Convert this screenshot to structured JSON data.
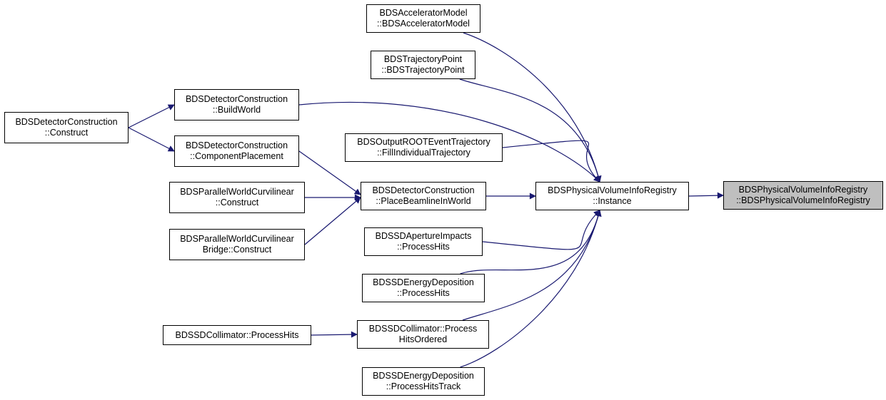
{
  "graph": {
    "colors": {
      "edge": "#191970",
      "node_border": "#000000",
      "current_fill": "#bfbfbf"
    },
    "nodes": [
      {
        "id": "n_construct",
        "lines": [
          "BDSDetectorConstruction",
          "::Construct"
        ]
      },
      {
        "id": "n_buildworld",
        "lines": [
          "BDSDetectorConstruction",
          "::BuildWorld"
        ]
      },
      {
        "id": "n_componentplacement",
        "lines": [
          "BDSDetectorConstruction",
          "::ComponentPlacement"
        ]
      },
      {
        "id": "n_pwc_construct",
        "lines": [
          "BDSParallelWorldCurvilinear",
          "::Construct"
        ]
      },
      {
        "id": "n_pwcb_construct",
        "lines": [
          "BDSParallelWorldCurvilinear",
          "Bridge::Construct"
        ]
      },
      {
        "id": "n_placebeamline",
        "lines": [
          "BDSDetectorConstruction",
          "::PlaceBeamlineInWorld"
        ]
      },
      {
        "id": "n_acceleratormodel",
        "lines": [
          "BDSAcceleratorModel",
          "::BDSAcceleratorModel"
        ]
      },
      {
        "id": "n_trajectorypoint",
        "lines": [
          "BDSTrajectoryPoint",
          "::BDSTrajectoryPoint"
        ]
      },
      {
        "id": "n_fillindividual",
        "lines": [
          "BDSOutputROOTEventTrajectory",
          "::FillIndividualTrajectory"
        ]
      },
      {
        "id": "n_aperture",
        "lines": [
          "BDSSDApertureImpacts",
          "::ProcessHits"
        ]
      },
      {
        "id": "n_energydep",
        "lines": [
          "BDSSDEnergyDeposition",
          "::ProcessHits"
        ]
      },
      {
        "id": "n_collimator_hits",
        "lines": [
          "BDSSDCollimator::ProcessHits"
        ]
      },
      {
        "id": "n_collimator_ordered",
        "lines": [
          "BDSSDCollimator::Process",
          "HitsOrdered"
        ]
      },
      {
        "id": "n_energydep_track",
        "lines": [
          "BDSSDEnergyDeposition",
          "::ProcessHitsTrack"
        ]
      },
      {
        "id": "n_instance",
        "lines": [
          "BDSPhysicalVolumeInfoRegistry",
          "::Instance"
        ]
      },
      {
        "id": "n_registry_ctor",
        "lines": [
          "BDSPhysicalVolumeInfoRegistry",
          "::BDSPhysicalVolumeInfoRegistry"
        ],
        "current": true
      }
    ],
    "edges": [
      {
        "from": "n_construct",
        "to": "n_buildworld"
      },
      {
        "from": "n_construct",
        "to": "n_componentplacement"
      },
      {
        "from": "n_componentplacement",
        "to": "n_placebeamline"
      },
      {
        "from": "n_pwc_construct",
        "to": "n_placebeamline"
      },
      {
        "from": "n_pwcb_construct",
        "to": "n_placebeamline"
      },
      {
        "from": "n_collimator_hits",
        "to": "n_collimator_ordered"
      },
      {
        "from": "n_acceleratormodel",
        "to": "n_instance"
      },
      {
        "from": "n_trajectorypoint",
        "to": "n_instance"
      },
      {
        "from": "n_buildworld",
        "to": "n_instance"
      },
      {
        "from": "n_fillindividual",
        "to": "n_instance"
      },
      {
        "from": "n_placebeamline",
        "to": "n_instance"
      },
      {
        "from": "n_aperture",
        "to": "n_instance"
      },
      {
        "from": "n_energydep",
        "to": "n_instance"
      },
      {
        "from": "n_collimator_ordered",
        "to": "n_instance"
      },
      {
        "from": "n_energydep_track",
        "to": "n_instance"
      },
      {
        "from": "n_instance",
        "to": "n_registry_ctor"
      }
    ]
  }
}
